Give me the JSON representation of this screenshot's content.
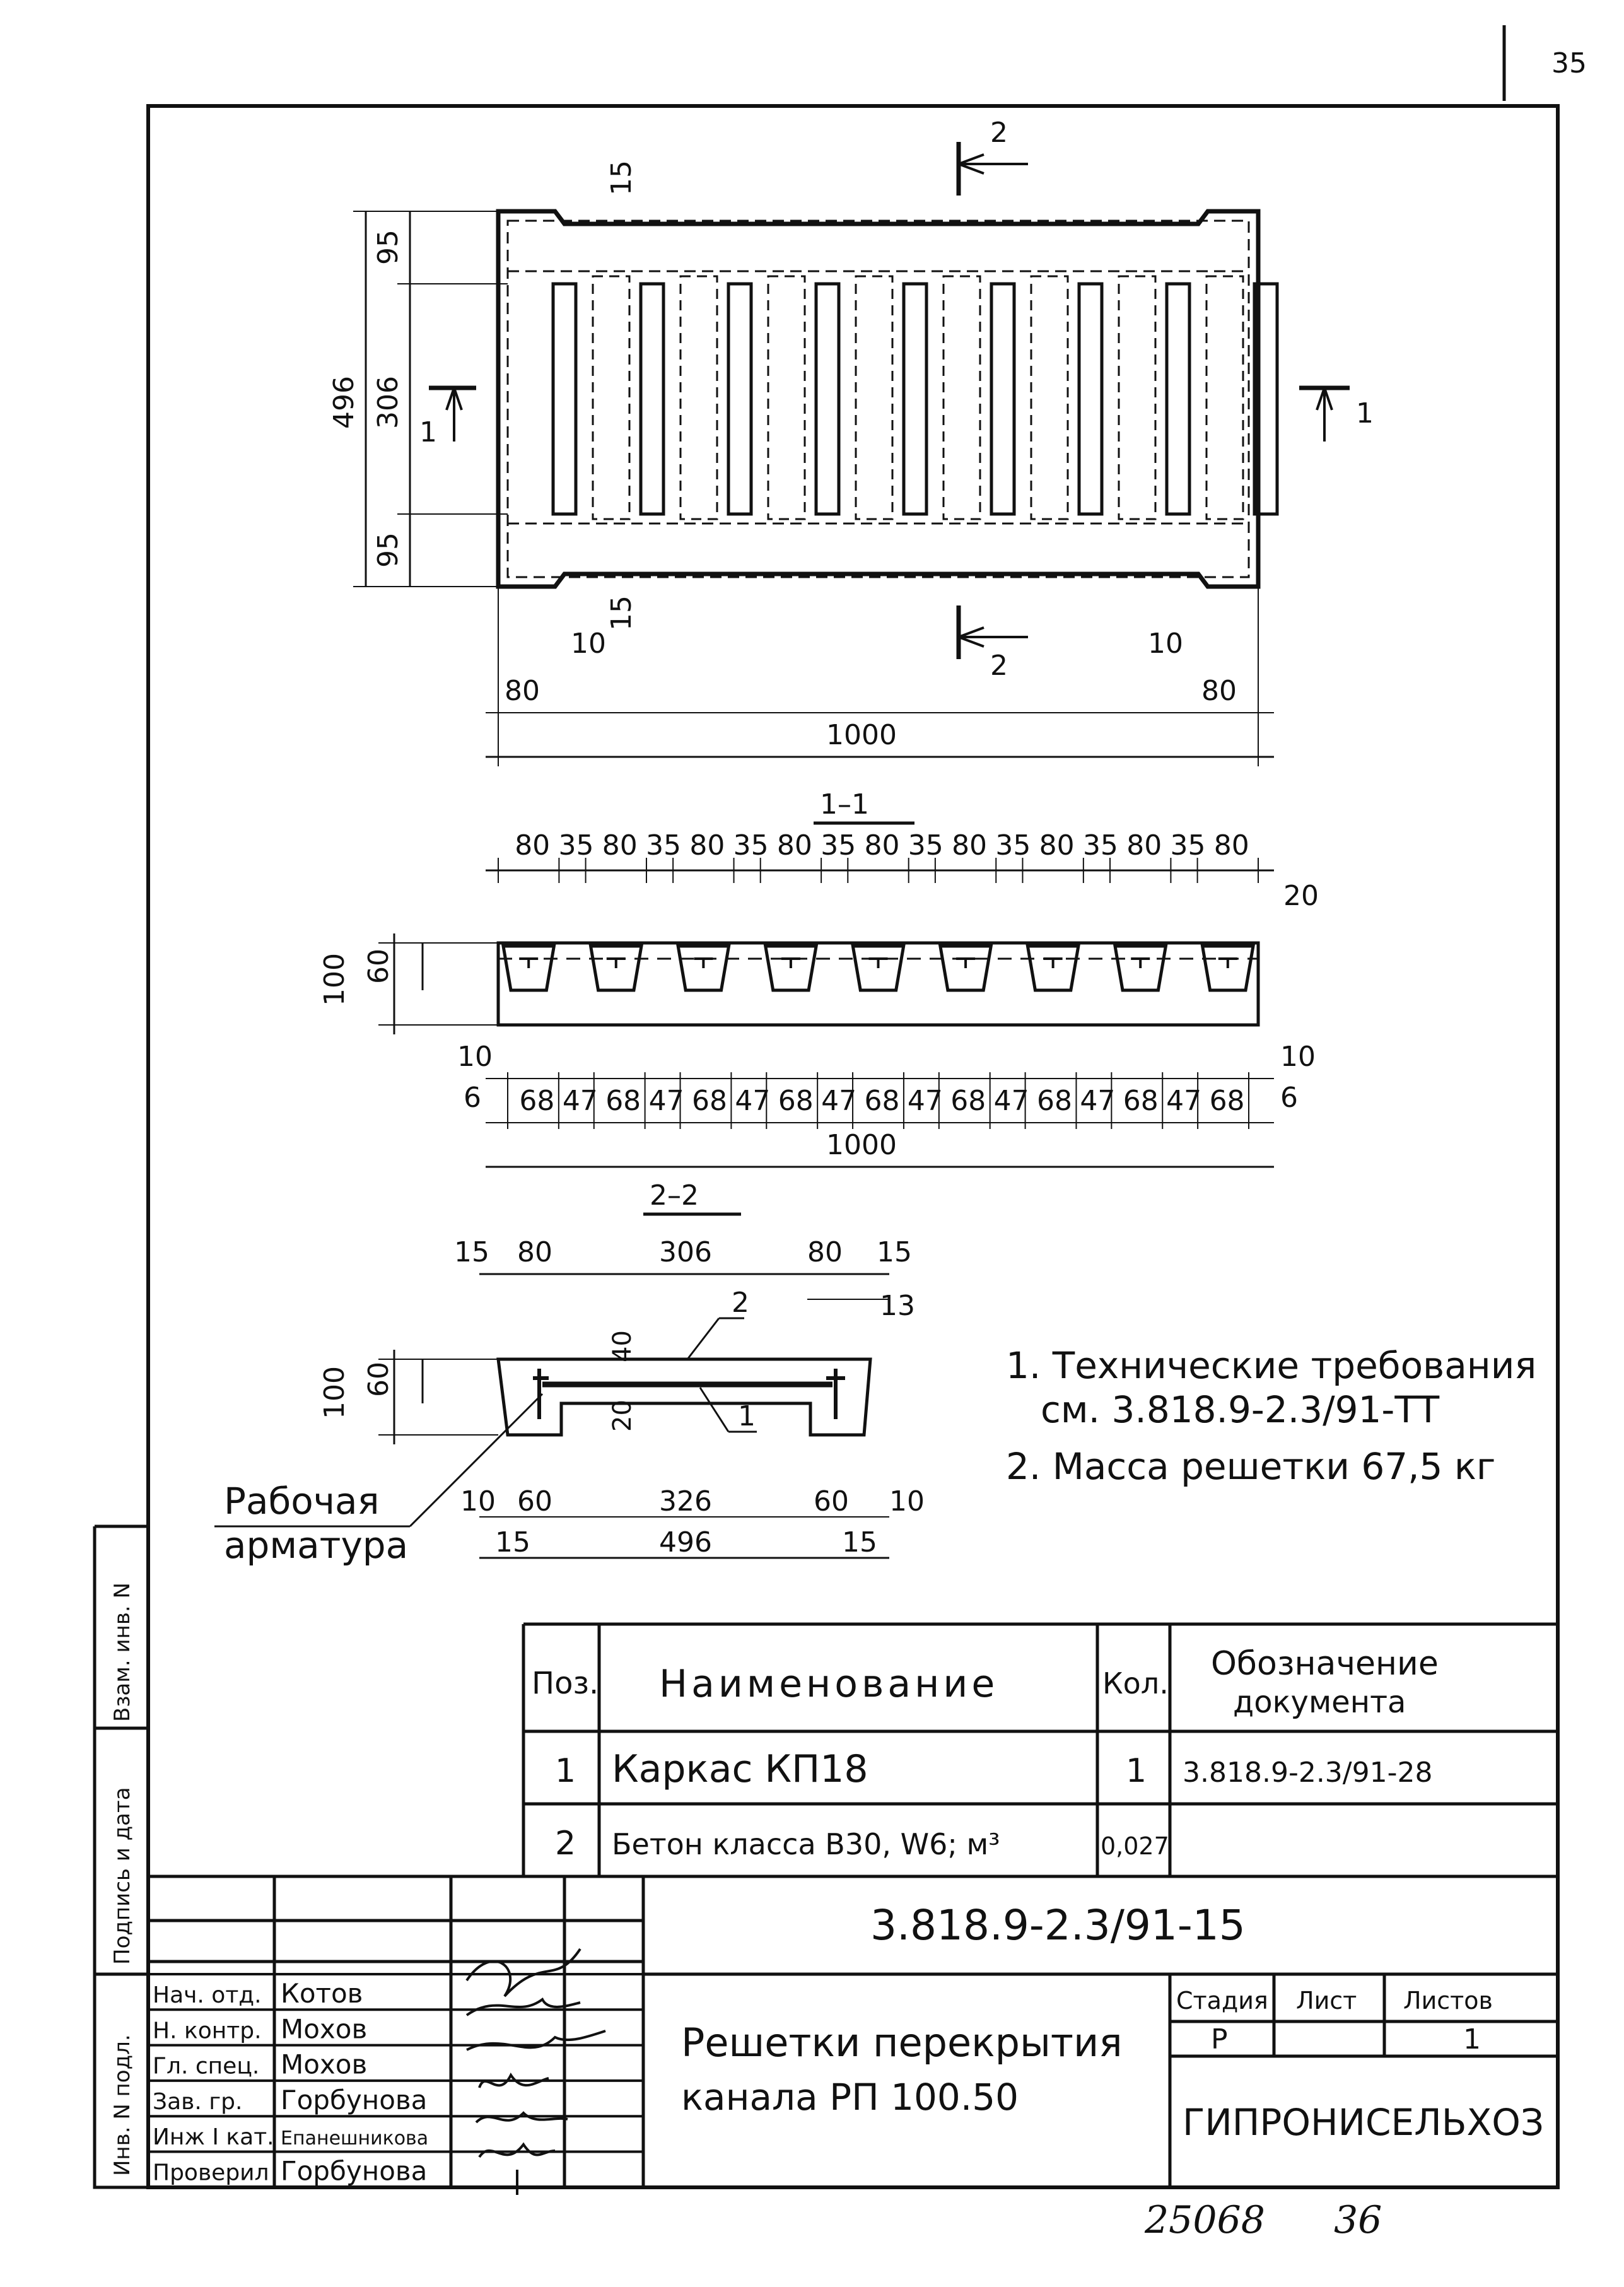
{
  "page_number": "35",
  "plan": {
    "section_marks": [
      "1",
      "1",
      "2",
      "2"
    ],
    "dims": {
      "top_gap": "15",
      "edge_top": "95",
      "middle": "306",
      "edge_bottom": "95",
      "height": "496",
      "bottom_gap": "15",
      "left_10": "10",
      "left_80": "80",
      "right_10": "10",
      "right_80": "80",
      "length": "1000"
    }
  },
  "section_1_1": {
    "title": "1–1",
    "top_dims": [
      "80",
      "35",
      "80",
      "35",
      "80",
      "35",
      "80",
      "35",
      "80",
      "35",
      "80",
      "35",
      "80",
      "35",
      "80",
      "35",
      "80"
    ],
    "right_top": "20",
    "left_dims": {
      "total": "100",
      "upper": "60",
      "lower_10": "10",
      "lower_6": "6"
    },
    "right_dims": {
      "lower_10": "10",
      "lower_6": "6"
    },
    "bottom_dims": [
      "68",
      "47",
      "68",
      "47",
      "68",
      "47",
      "68",
      "47",
      "68",
      "47",
      "68",
      "47",
      "68",
      "47",
      "68",
      "47",
      "68"
    ],
    "length": "1000"
  },
  "section_2_2": {
    "title": "2–2",
    "top_dims": [
      "15",
      "80",
      "306",
      "80",
      "15"
    ],
    "right_13": "13",
    "left_dims": {
      "total": "100",
      "upper": "60"
    },
    "inner_dims": {
      "d40": "40",
      "d20": "20"
    },
    "callouts": [
      "2",
      "1"
    ],
    "bottom_dims": {
      "left10": "10",
      "left60": "60",
      "mid": "326",
      "right60": "60",
      "right10": "10"
    },
    "bottom_total": {
      "left15": "15",
      "total": "496",
      "right15": "15"
    },
    "leader_label": [
      "Рабочая",
      "арматура"
    ]
  },
  "notes": [
    "1. Технические требования",
    "см. 3.818.9-2.3/91-ТТ",
    "2. Масса решетки 67,5 кг"
  ],
  "spec_table": {
    "headers": {
      "pos": "Поз.",
      "name": "Наименование",
      "qty": "Кол.",
      "doc_line1": "Обозначение",
      "doc_line2": "документа"
    },
    "rows": [
      {
        "pos": "1",
        "name": "Каркас КП18",
        "qty": "1",
        "doc": "3.818.9-2.3/91-28"
      },
      {
        "pos": "2",
        "name": "Бетон класса В30, W6; м³",
        "qty": "0,027",
        "doc": ""
      }
    ]
  },
  "left_margin": {
    "labels": [
      "Взам. инв. N",
      "Подпись и дата",
      "Инв. N подл."
    ]
  },
  "title_block": {
    "doc_code": "3.818.9-2.3/91-15",
    "roles": [
      {
        "role": "Нач. отд.",
        "name": "Котов"
      },
      {
        "role": "Н. контр.",
        "name": "Мохов"
      },
      {
        "role": "Гл. спец.",
        "name": "Мохов"
      },
      {
        "role": "Зав. гр.",
        "name": "Горбунова"
      },
      {
        "role": "Инж I кат.",
        "name": "Епанешникова"
      },
      {
        "role": "Проверил",
        "name": "Горбунова"
      }
    ],
    "title_line1": "Решетки перекрытия",
    "title_line2": "канала РП 100.50",
    "stage_label": "Стадия",
    "sheet_label": "Лист",
    "sheets_label": "Листов",
    "stage": "Р",
    "sheet": "",
    "sheets": "1",
    "org": "ГИПРОНИСЕЛЬХОЗ"
  },
  "footer_numbers": {
    "archive": "25068",
    "page": "36"
  }
}
